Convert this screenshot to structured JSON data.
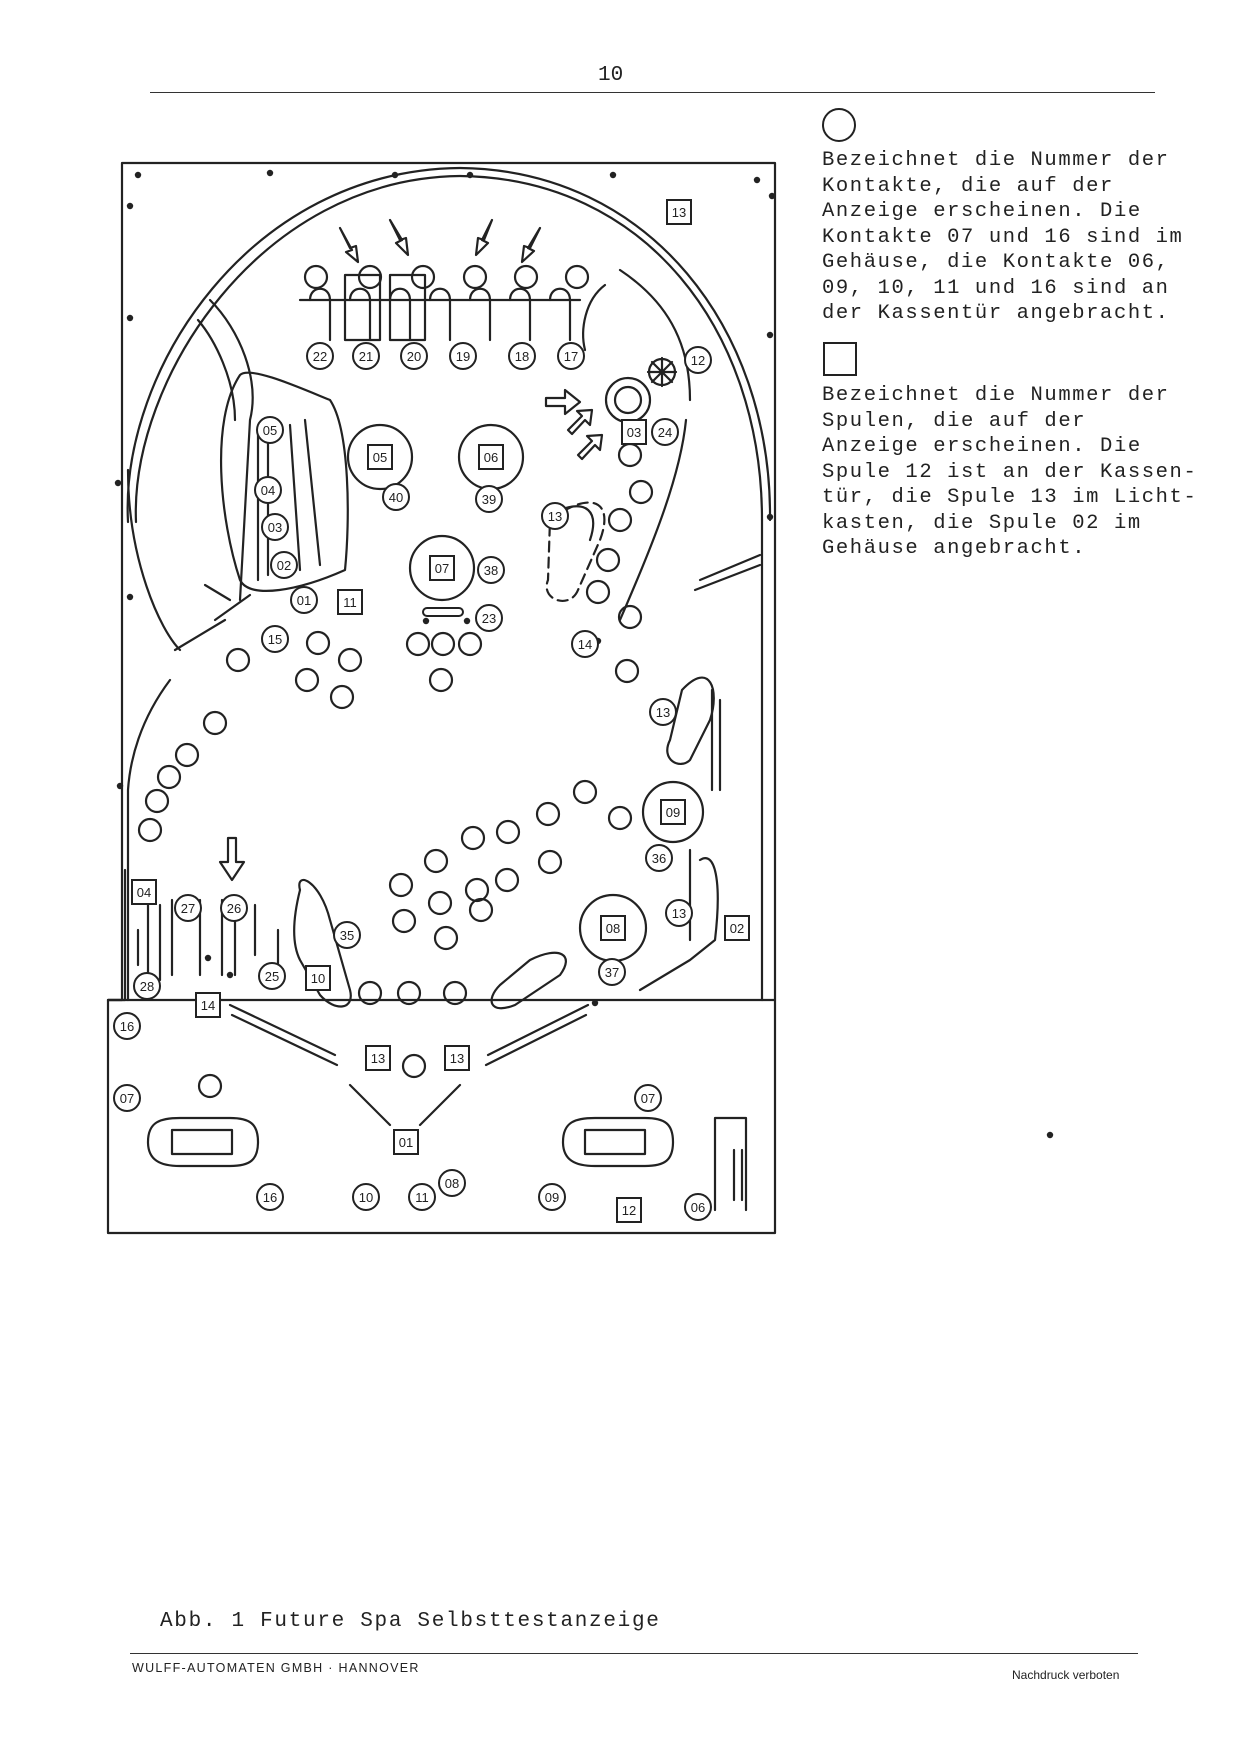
{
  "page": {
    "number": "10"
  },
  "legend": {
    "contacts_text": "Bezeichnet die Nummer der\nKontakte, die auf der\nAnzeige erscheinen. Die\nKontakte 07 und 16 sind im\nGehäuse, die Kontakte 06,\n09, 10, 11 und 16 sind an\nder Kassentür angebracht.",
    "coils_text": "Bezeichnet die Nummer der\nSpulen, die auf der\nAnzeige erscheinen. Die\nSpule 12 ist an der Kassen-\ntür, die Spule 13 im Licht-\nkasten, die Spule 02 im\nGehäuse angebracht."
  },
  "caption": "Abb. 1 Future Spa Selbsttestanzeige",
  "footer": {
    "left": "WULFF-AUTOMATEN GMBH · HANNOVER",
    "right": "Nachdruck verboten"
  },
  "diagram": {
    "contacts": [
      "05",
      "04",
      "03",
      "02",
      "01",
      "22",
      "21",
      "20",
      "19",
      "18",
      "17",
      "12",
      "24",
      "40",
      "39",
      "38",
      "23",
      "15",
      "13",
      "14",
      "13",
      "36",
      "13",
      "37",
      "35",
      "25",
      "26",
      "27",
      "28",
      "16",
      "07",
      "07",
      "16",
      "10",
      "11",
      "08",
      "09",
      "06"
    ],
    "coils": [
      "13",
      "05",
      "06",
      "07",
      "11",
      "03",
      "09",
      "08",
      "02",
      "04",
      "10",
      "14",
      "13",
      "13",
      "01",
      "12"
    ]
  }
}
